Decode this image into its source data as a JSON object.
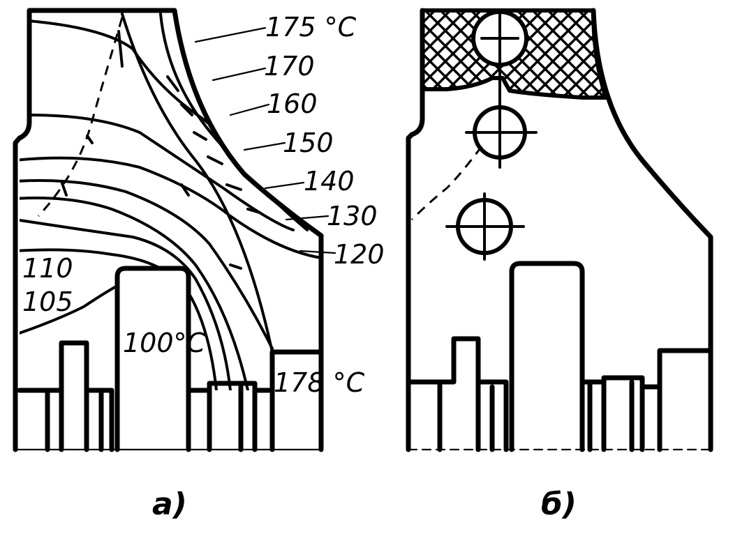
{
  "figure": {
    "panel_a": {
      "caption": "а)",
      "isotherm_labels": [
        "175 °C",
        "170",
        "160",
        "150",
        "140",
        "130",
        "120"
      ],
      "left_labels": [
        "110",
        "105"
      ],
      "inner_label": "100°C",
      "corner_label": "178 °C"
    },
    "panel_b": {
      "caption": "б)"
    },
    "colors": {
      "ink": "#000000",
      "paper": "#ffffff"
    }
  }
}
